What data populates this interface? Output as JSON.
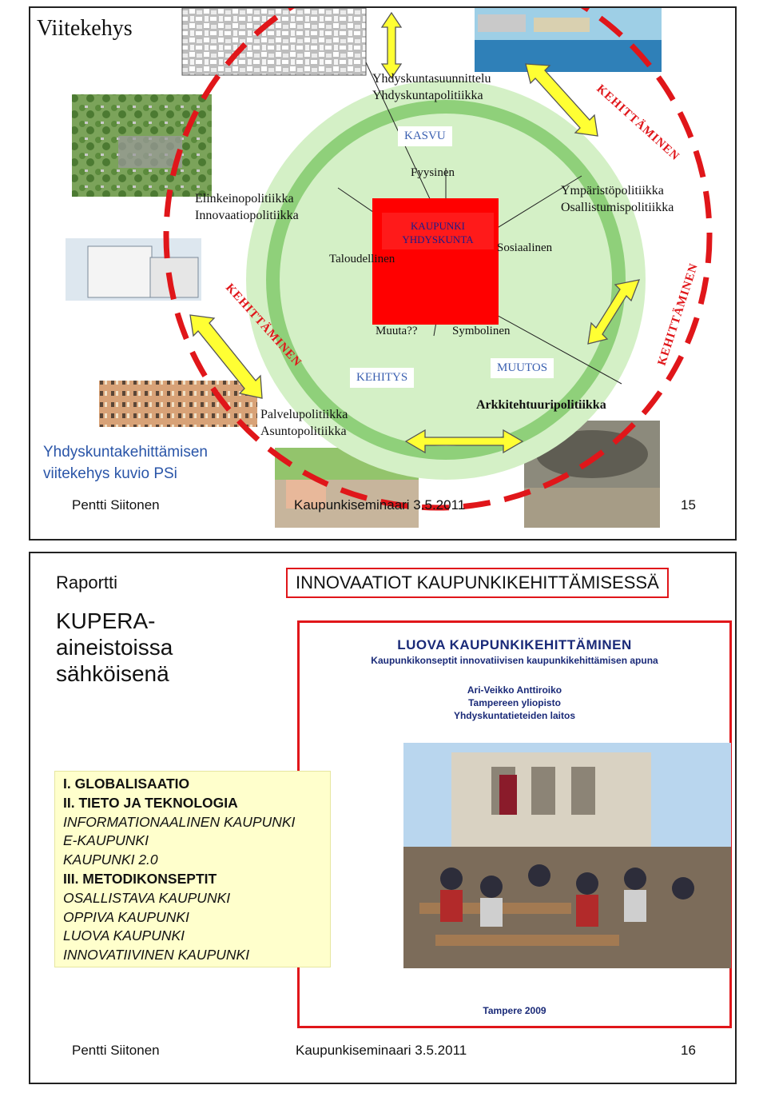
{
  "slide1": {
    "title": "Viitekehys",
    "top_center": [
      "Yhdyskuntasuunnittelu",
      "Yhdyskuntapolitiikka"
    ],
    "kasvu": "KASVU",
    "kehitys": "KEHITYS",
    "muutos": "MUUTOS",
    "fyysinen": "Fyysinen",
    "taloudellinen": "Taloudellinen",
    "sosiaalinen": "Sosiaalinen",
    "symbolinen": "Symbolinen",
    "muuta": "Muuta??",
    "center": [
      "KAUPUNKI",
      "YHDYSKUNTA"
    ],
    "left_top": [
      "Elinkeinopolitiikka",
      "Innovaatiopolitiikka"
    ],
    "right_top": [
      "Ympäristöpolitiikka",
      "Osallistumispolitiikka"
    ],
    "left_bottom": [
      "Palvelupolitiikka",
      "Asuntopolitiikka"
    ],
    "right_bottom": "Arkkitehtuuripolitiikka",
    "kehittaminen": "KEHITTÄMINEN",
    "caption": [
      "Yhdyskuntakehittämisen",
      "viitekehys  kuvio PSi"
    ],
    "footer_author": "Pentti Siitonen",
    "footer_event": "Kaupunkiseminaari 3.5.2011",
    "page": "15",
    "colors": {
      "red": "#e0161a",
      "green": "#8fd07a",
      "light_green": "#d4f0c6",
      "blue_text": "#3a5fb0",
      "arrow_yellow": "#ffff33"
    }
  },
  "slide2": {
    "label": "Raportti",
    "subtitle": [
      "KUPERA-",
      "aineistoissa",
      "sähköisenä"
    ],
    "title_box": "INNOVAATIOT KAUPUNKIKEHITTÄMISESSÄ",
    "cover_title": "LUOVA KAUPUNKIKEHITTÄMINEN",
    "cover_subtitle": "Kaupunkikonseptit innovatiivisen kaupunkikehittämisen apuna",
    "cover_author": [
      "Ari-Veikko Anttiroiko",
      "Tampereen yliopisto",
      "Yhdyskuntatieteiden laitos"
    ],
    "cover_footer": "Tampere 2009",
    "toc": [
      {
        "text": "I. GLOBALISAATIO",
        "style": "bold"
      },
      {
        "text": "II. TIETO JA TEKNOLOGIA",
        "style": "bold"
      },
      {
        "text": "INFORMATIONAALINEN KAUPUNKI",
        "style": "italic"
      },
      {
        "text": "E-KAUPUNKI",
        "style": "italic"
      },
      {
        "text": "KAUPUNKI 2.0",
        "style": "italic"
      },
      {
        "text": "III. METODIKONSEPTIT",
        "style": "bold"
      },
      {
        "text": "OSALLISTAVA KAUPUNKI",
        "style": "italic"
      },
      {
        "text": "OPPIVA KAUPUNKI",
        "style": "italic"
      },
      {
        "text": "LUOVA KAUPUNKI",
        "style": "italic"
      },
      {
        "text": "INNOVATIIVINEN KAUPUNKI",
        "style": "italic"
      }
    ],
    "footer_author": "Pentti Siitonen",
    "footer_event": "Kaupunkiseminaari 3.5.2011",
    "page": "16"
  }
}
